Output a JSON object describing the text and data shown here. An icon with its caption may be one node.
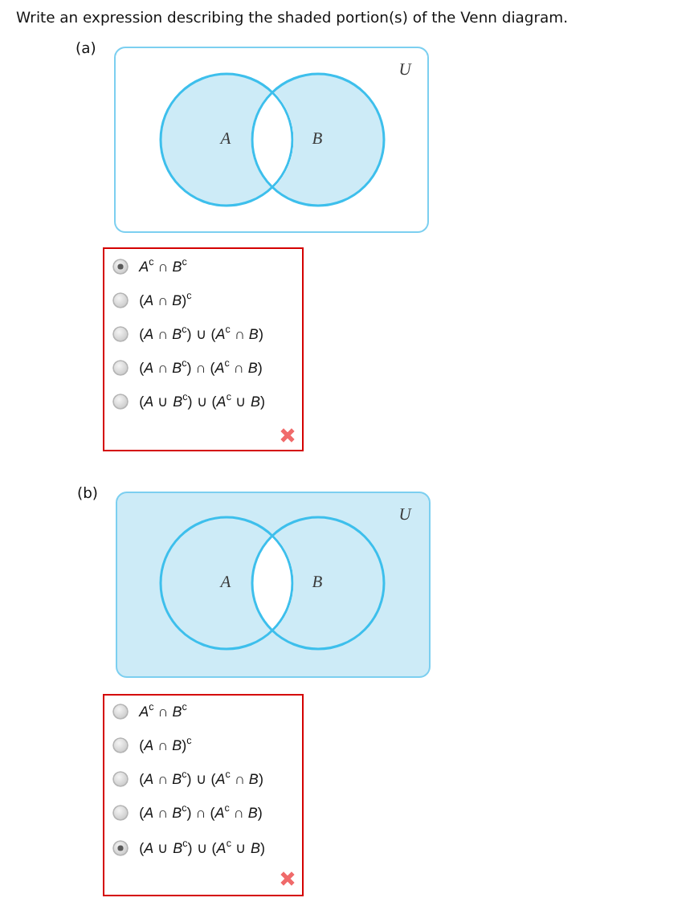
{
  "diagram": {
    "title": "Write an expression describing the shaded portion(s) of the Venn diagram.",
    "nodes": [
      {
        "text": [
          "U"
        ]
      },
      {
        "text": [
          "A"
        ],
        "in": 0
      },
      {
        "text": [
          "B"
        ],
        "in": 0
      },
      {
        "text": [
          "*A*$^{c}$ ∩ *B*$^{c}$",
          "(*A* ∩ *B*)$^{c}$",
          "(*A* ∩ *B*$^{c}$) ∪ (*A*$^{c}$ ∩ *B*)",
          "(*A* ∩ *B*$^{c}$) ∩ (*A*$^{c}$ ∩ *B*)",
          "(*A* ∪ *B*$^{c}$) ∪ (*A*$^{c}$ ∪ *B*)"
        ]
      },
      {
        "text": [
          "U"
        ]
      },
      {
        "text": [
          "A"
        ],
        "in": 4
      },
      {
        "text": [
          "B"
        ],
        "in": 4
      },
      {
        "text": [
          "*A*$^{c}$ ∩ *B*$^{c}$",
          "(*A* ∩ *B*)$^{c}$",
          "(*A* ∩ *B*$^{c}$) ∪ (*A*$^{c}$ ∩ *B*)",
          "(*A* ∩ *B*$^{c}$) ∩ (*A*$^{c}$ ∩ *B*)",
          "(*A* ∪ *B*$^{c}$) ∪ (*A*$^{c}$ ∪ *B*)"
        ]
      }
    ],
    "labels": [
      "(a)",
      "(b)"
    ]
  }
}
